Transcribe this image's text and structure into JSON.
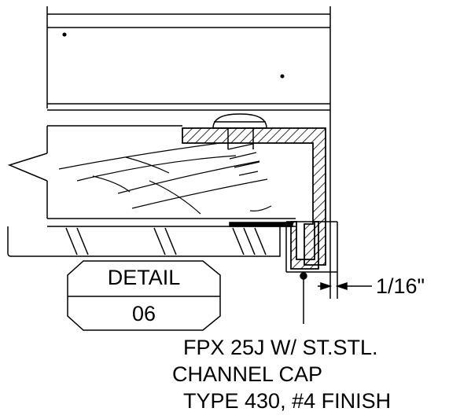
{
  "detail_tag": {
    "title": "DETAIL",
    "number": "06"
  },
  "dimension": {
    "label": "1/16\""
  },
  "callout": {
    "line1": "FPX 25J W/ ST.STL.",
    "line2": "CHANNEL CAP",
    "line3": "TYPE 430, #4 FINISH"
  },
  "colors": {
    "ink": "#000000",
    "paper": "#ffffff"
  }
}
